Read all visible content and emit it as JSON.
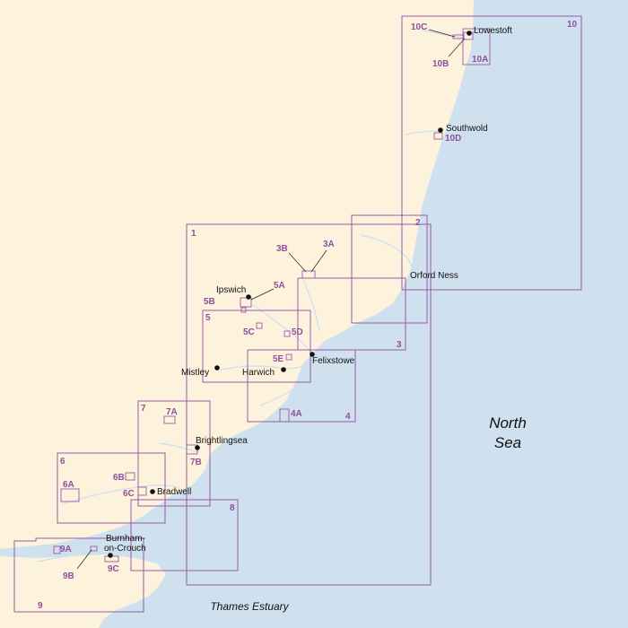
{
  "colors": {
    "sea": "#cfe0ee",
    "land": "#fdf3dc",
    "chart_frame": "#9a5aa8",
    "label_text": "#111111"
  },
  "sea_labels": {
    "north_sea_line1": "North",
    "north_sea_line2": "Sea",
    "thames": "Thames Estuary"
  },
  "places": {
    "lowestoft": "Lowestoft",
    "southwold": "Southwold",
    "orford_ness": "Orford Ness",
    "ipswich": "Ipswich",
    "felixstowe": "Felixstowe",
    "harwich": "Harwich",
    "mistley": "Mistley",
    "brightlingsea": "Brightlingsea",
    "bradwell": "Bradwell",
    "burnham_line1": "Burnham-",
    "burnham_line2": "on-Crouch"
  },
  "charts": {
    "c1": "1",
    "c2": "2",
    "c3": "3",
    "c3A": "3A",
    "c3B": "3B",
    "c4": "4",
    "c4A": "4A",
    "c5": "5",
    "c5A": "5A",
    "c5B": "5B",
    "c5C": "5C",
    "c5D": "5D",
    "c5E": "5E",
    "c6": "6",
    "c6A": "6A",
    "c6B": "6B",
    "c6C": "6C",
    "c7": "7",
    "c7A": "7A",
    "c7B": "7B",
    "c8": "8",
    "c9": "9",
    "c9A": "9A",
    "c9B": "9B",
    "c9C": "9C",
    "c10": "10",
    "c10A": "10A",
    "c10B": "10B",
    "c10C": "10C",
    "c10D": "10D"
  }
}
